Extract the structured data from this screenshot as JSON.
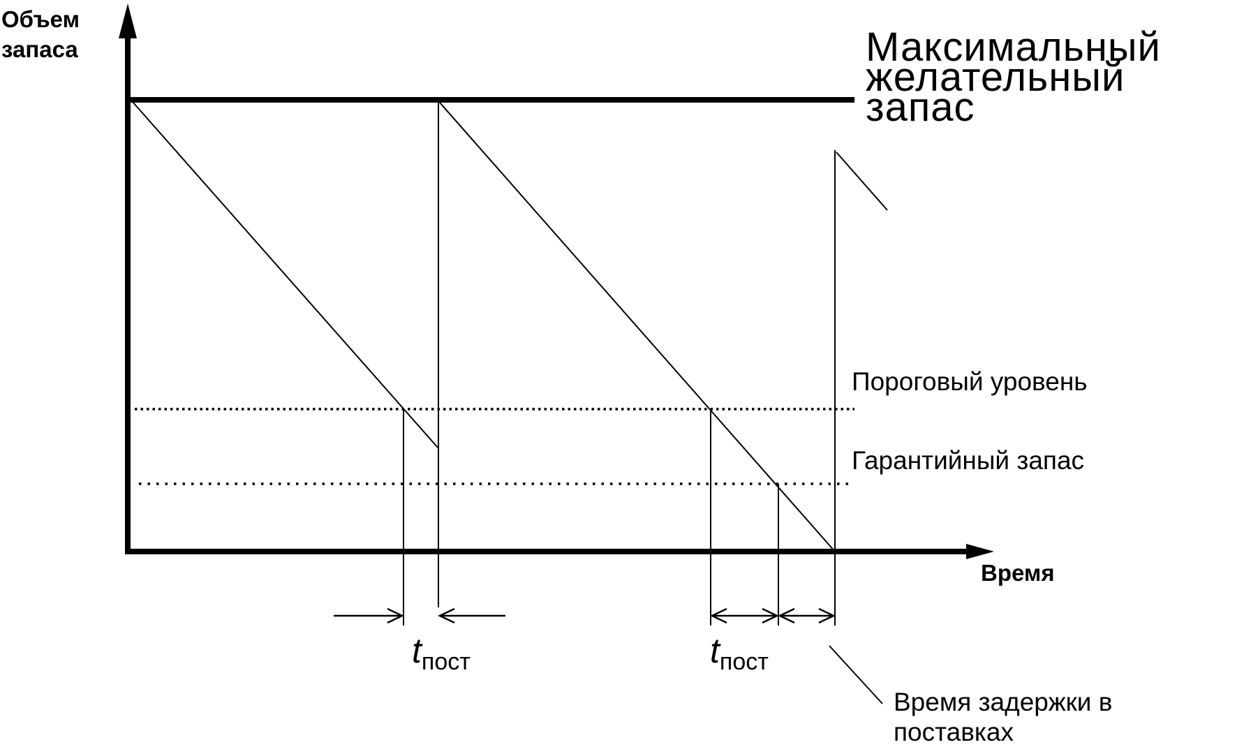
{
  "y_axis_label": [
    "Объем",
    "запаса"
  ],
  "x_axis_label": "Время",
  "max_stock_label": [
    "Максимальный",
    "желательный",
    "запас"
  ],
  "threshold_label": "Пороговый уровень",
  "safety_stock_label": "Гарантийный запас",
  "delivery_time_labels": [
    {
      "t": "t",
      "sub": "пост"
    },
    {
      "t": "t",
      "sub": "пост"
    }
  ],
  "delay_label": [
    "Время задержки в",
    "поставках"
  ]
}
